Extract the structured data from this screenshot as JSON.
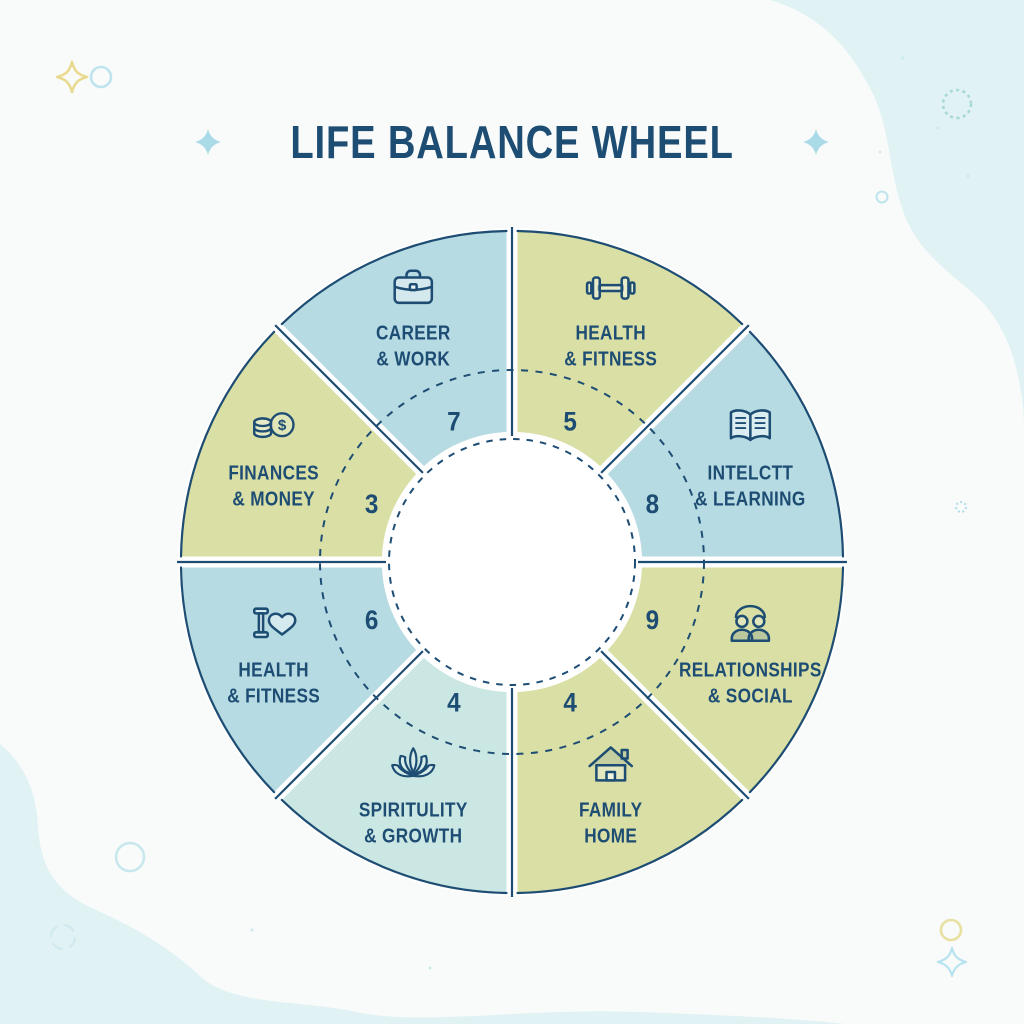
{
  "title": {
    "text": "LIFE BALANCE WHEEL"
  },
  "colors": {
    "navy": "#1e4d74",
    "segment_blue": "#b7dbe3",
    "segment_teal": "#cbe7e3",
    "segment_green": "#d9dfa5",
    "background": "#f8fbfa",
    "blob": "#e1f2f4",
    "sparkle_blue": "#a9dae8",
    "outline_yellow": "#e9da8f",
    "outline_blue": "#bfe4ee",
    "outline_teal": "#a7d8d2"
  },
  "wheel": {
    "segments": [
      {
        "name": "health-fitness-top",
        "line1": "HEALTH",
        "line2": "& FITNESS",
        "score": "5",
        "icon": "dumbbell-icon",
        "color": "green"
      },
      {
        "name": "intellect-learning",
        "line1": "INTELCTT",
        "line2": "& LEARNING",
        "score": "8",
        "icon": "open-book-icon",
        "color": "blue"
      },
      {
        "name": "relationships-social",
        "line1": "RELATIONSHIPS",
        "line2": "& SOCIAL",
        "score": "9",
        "icon": "people-icon",
        "color": "green"
      },
      {
        "name": "family-home",
        "line1": "FAMILY",
        "line2": "HOME",
        "score": "4",
        "icon": "house-icon",
        "color": "green"
      },
      {
        "name": "spirituality-growth",
        "line1": "SPIRITULITY",
        "line2": "& GROWTH",
        "score": "4",
        "icon": "lotus-icon",
        "color": "teal"
      },
      {
        "name": "health-fitness-left",
        "line1": "HEALTH",
        "line2": "& FITNESS",
        "score": "6",
        "icon": "dumbbell-heart-icon",
        "color": "blue"
      },
      {
        "name": "finances-money",
        "line1": "FINANCES",
        "line2": "& MONEY",
        "score": "3",
        "icon": "coins-icon",
        "color": "green"
      },
      {
        "name": "career-work",
        "line1": "CAREER",
        "line2": "& WORK",
        "score": "7",
        "icon": "briefcase-icon",
        "color": "blue"
      }
    ]
  },
  "chart_data": {
    "type": "pie",
    "title": "LIFE BALANCE WHEEL",
    "categories": [
      "HEALTH & FITNESS",
      "INTELCTT & LEARNING",
      "RELATIONSHIPS & SOCIAL",
      "FAMILY HOME",
      "SPIRITULITY & GROWTH",
      "HEALTH & FITNESS",
      "FINANCES & MONEY",
      "CAREER & WORK"
    ],
    "values": [
      5,
      8,
      9,
      4,
      4,
      6,
      3,
      7
    ],
    "layout_hints": {
      "equal_angle_slices": true,
      "start_position": "12 o'clock",
      "direction": "clockwise",
      "scores_displayed_in_inner_ring": true,
      "value_scale_max": 10,
      "center_hole": "white with dashed border",
      "dashed_guide_circle": true
    }
  }
}
